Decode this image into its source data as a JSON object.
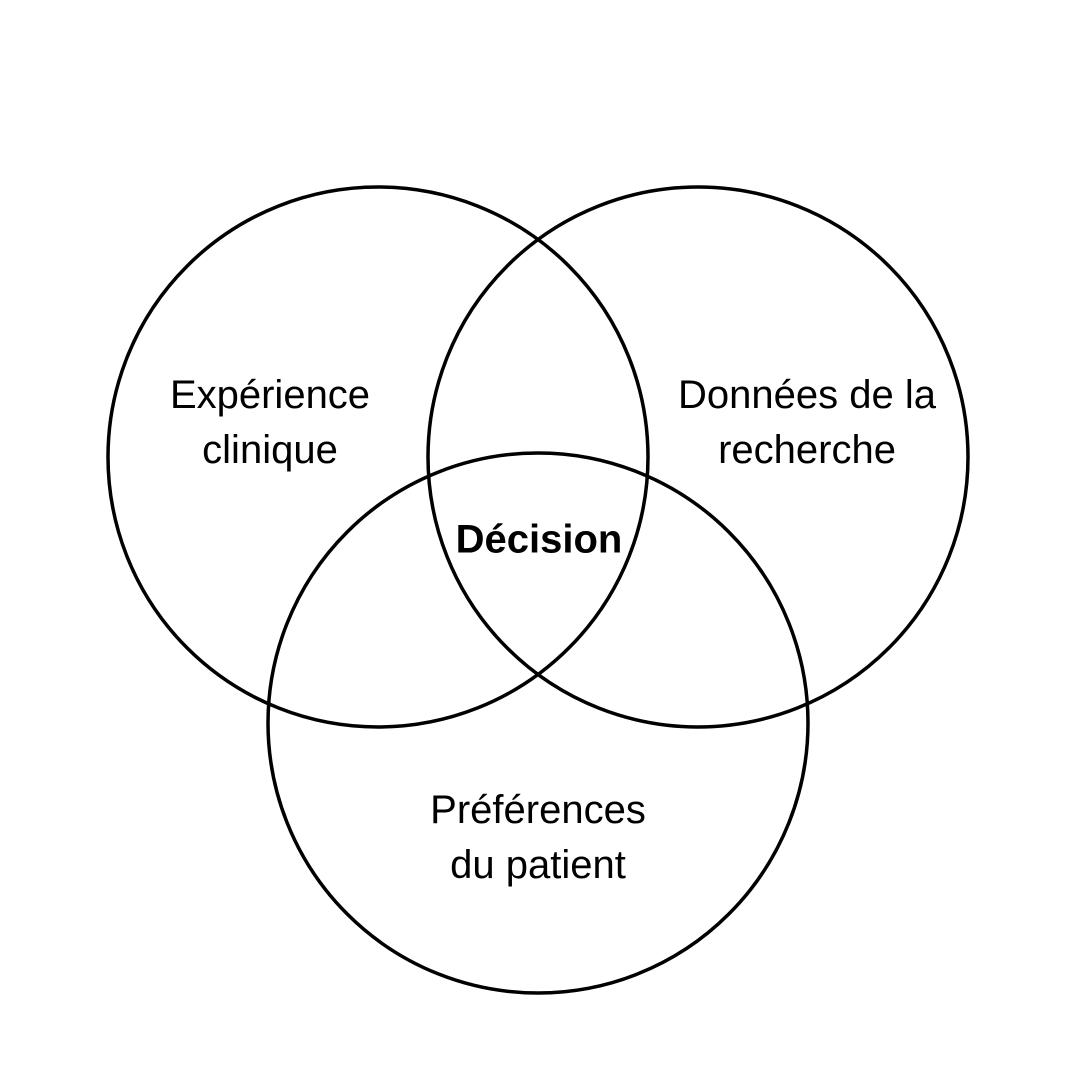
{
  "background_color": "#ffffff",
  "venn": {
    "type": "venn-diagram-3-circles",
    "stroke_color": "#000000",
    "text_color": "#000000",
    "circles": [
      {
        "id": "experience-clinique",
        "label": "Expérience clinique",
        "lines": [
          "Expérience",
          "clinique"
        ]
      },
      {
        "id": "donnees-recherche",
        "label": "Données de la recherche",
        "lines": [
          "Données de la",
          "recherche"
        ]
      },
      {
        "id": "preferences-patient",
        "label": "Préférences du patient",
        "lines": [
          "Préférences",
          "du patient"
        ]
      }
    ],
    "center": {
      "label": "Décision"
    }
  }
}
